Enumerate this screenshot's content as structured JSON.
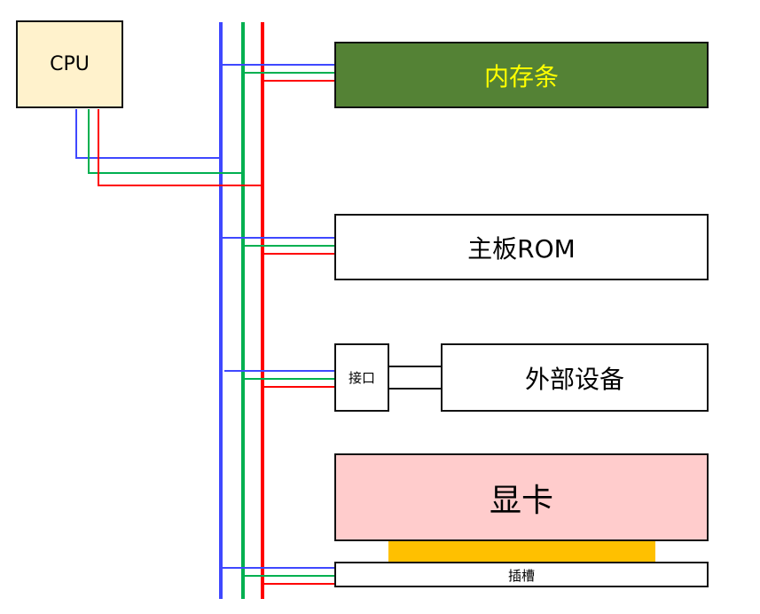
{
  "diagram": {
    "title": "",
    "bus_colors": {
      "address_bus": "#3f48ff",
      "data_bus": "#00b050",
      "control_bus": "#ff0000"
    },
    "components": {
      "cpu": {
        "label": "CPU",
        "fill": "#fff2cc"
      },
      "memory": {
        "label": "内存条",
        "fill": "#548235",
        "text_color": "#ffff00"
      },
      "rom": {
        "label": "主板ROM",
        "fill": "#ffffff"
      },
      "interface": {
        "label": "接口",
        "fill": "#ffffff"
      },
      "external_device": {
        "label": "外部设备",
        "fill": "#ffffff"
      },
      "graphics_card": {
        "label": "显卡",
        "fill": "#ffcccc"
      },
      "gold_finger": {
        "label": "",
        "fill": "#ffc000"
      },
      "slot": {
        "label": "插槽",
        "fill": "#ffffff"
      }
    },
    "connections": [
      {
        "from": "cpu",
        "to": "bus"
      },
      {
        "from": "bus",
        "to": "memory"
      },
      {
        "from": "bus",
        "to": "rom"
      },
      {
        "from": "bus",
        "to": "interface"
      },
      {
        "from": "interface",
        "to": "external_device"
      },
      {
        "from": "bus",
        "to": "slot"
      },
      {
        "from": "graphics_card",
        "to": "slot"
      }
    ]
  }
}
